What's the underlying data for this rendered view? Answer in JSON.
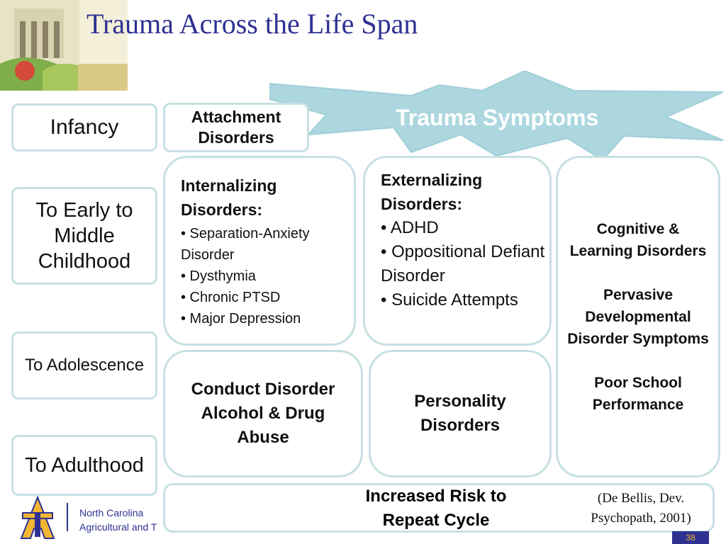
{
  "slide": {
    "title": "Trauma Across the Life Span",
    "page_number": "38"
  },
  "burst": {
    "label": "Trauma Symptoms"
  },
  "stages": [
    "Infancy",
    "To Early to Middle Childhood",
    "To Adolescence",
    "To Adulthood"
  ],
  "boxes": {
    "attachment": "Attachment Disorders",
    "internalizing": {
      "heading": "Internalizing Disorders:",
      "items": [
        "• Separation-Anxiety Disorder",
        "• Dysthymia",
        "• Chronic PTSD",
        "• Major Depression"
      ]
    },
    "externalizing": {
      "heading": "Externalizing Disorders:",
      "items": [
        "• ADHD",
        "• Oppositional Defiant Disorder",
        "• Suicide Attempts"
      ]
    },
    "cognitive": {
      "lines": [
        "Cognitive & Learning Disorders",
        "Pervasive Developmental Disorder Symptoms",
        "Poor School Performance"
      ]
    },
    "conduct": {
      "line1": "Conduct Disorder",
      "line2": "Alcohol & Drug Abuse"
    },
    "personality": "Personality Disorders",
    "risk": "Increased Risk to Repeat Cycle"
  },
  "citation": "(De Bellis, Dev. Psychopath, 2001)",
  "footer": {
    "org_line1": "North Carolina",
    "org_line2": "Agricultural and T"
  },
  "colors": {
    "title": "#2e3192",
    "burst_fill": "#add7df",
    "box_border": "#c6e0e2",
    "logo_gold": "#f2b632",
    "logo_blue": "#2e3192"
  }
}
